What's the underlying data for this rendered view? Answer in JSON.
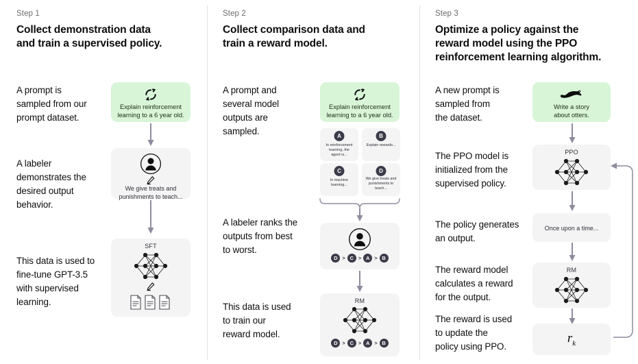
{
  "diagram": {
    "title_hidden": "Reinforcement Learning from Human Feedback (RLHF) three-step process",
    "accent_green": "#d8f5d8",
    "card_gray": "#f4f4f4",
    "badge_dark": "#3b3b4a",
    "divider_color": "#e3e3e3"
  },
  "steps": [
    {
      "label": "Step 1",
      "title_line1": "Collect demonstration data",
      "title_line2": "and train a supervised policy.",
      "captions": [
        "A prompt is\nsampled from our\nprompt dataset.",
        "A labeler\ndemonstrates the\ndesired output\nbehavior.",
        "This data is used to\nfine-tune GPT-3.5\nwith supervised\nlearning."
      ],
      "cards": [
        {
          "kind": "prompt-green",
          "icon": "refresh-cycle-icon",
          "text": "Explain reinforcement\nlearning to a 6 year old."
        },
        {
          "kind": "labeler",
          "icon": "person-icon",
          "sub_icon": "pencil-icon",
          "text": "We give treats and\npunishments to teach..."
        },
        {
          "kind": "model",
          "icon": "neural-network-icon",
          "title": "SFT",
          "sub_icon": "pencil-icon",
          "extra_icon": "documents-icon"
        }
      ]
    },
    {
      "label": "Step 2",
      "title_line1": "Collect comparison data and",
      "title_line2": "train a reward model.",
      "captions": [
        "A prompt and\nseveral model\noutputs are\nsampled.",
        "A labeler ranks the\noutputs from best\nto worst.",
        "This data is used\nto train our\nreward model."
      ],
      "cards": [
        {
          "kind": "prompt-green",
          "icon": "refresh-cycle-icon",
          "text": "Explain reinforcement\nlearning to a 6 year old."
        },
        {
          "kind": "outputs",
          "options": [
            {
              "letter": "A",
              "text": "In reinforcement\nlearning, the\nagent is..."
            },
            {
              "letter": "B",
              "text": "Explain rewards..."
            },
            {
              "letter": "C",
              "text": "In machine\nlearning..."
            },
            {
              "letter": "D",
              "text": "We give treats and\npunishments to\nteach..."
            }
          ]
        },
        {
          "kind": "labeler-rank",
          "icon": "person-icon",
          "ranking": [
            "D",
            "C",
            "A",
            "B"
          ]
        },
        {
          "kind": "model-rank",
          "icon": "neural-network-icon",
          "title": "RM",
          "ranking": [
            "D",
            "C",
            "A",
            "B"
          ]
        }
      ]
    },
    {
      "label": "Step 3",
      "title_line1": "Optimize a policy against the",
      "title_line2": "reward model using the PPO",
      "title_line3": "reinforcement learning algorithm.",
      "captions": [
        "A new prompt is\nsampled from\nthe dataset.",
        "The PPO model is\ninitialized from the\nsupervised policy.",
        "The policy generates\nan output.",
        "The reward model\ncalculates a reward\nfor the output.",
        "The reward is used\nto update the\npolicy using PPO."
      ],
      "cards": [
        {
          "kind": "prompt-green",
          "icon": "otter-icon",
          "text": "Write a story\nabout otters."
        },
        {
          "kind": "model",
          "icon": "neural-network-icon",
          "title": "PPO"
        },
        {
          "kind": "text-output",
          "text": "Once upon a time..."
        },
        {
          "kind": "model",
          "icon": "neural-network-icon",
          "title": "RM"
        },
        {
          "kind": "reward",
          "symbol": "r",
          "subscript": "k"
        }
      ]
    }
  ]
}
